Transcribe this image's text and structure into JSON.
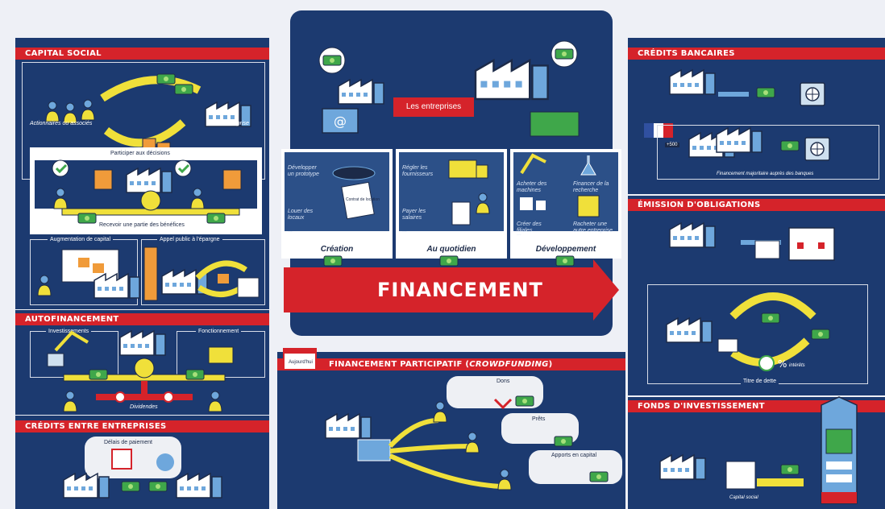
{
  "center": {
    "companies_label": "Les entreprises",
    "cards": [
      {
        "title": "Création",
        "lines": [
          "Développer un prototype",
          "Louer des locaux"
        ],
        "more": "...",
        "doc_label": "Contrat de location"
      },
      {
        "title": "Au quotidien",
        "lines": [
          "Régler les fournisseurs",
          "Payer les salaires"
        ],
        "more": "..."
      },
      {
        "title": "Développement",
        "lines": [
          "Acheter des machines",
          "Financer de la recherche",
          "Créer des filiales",
          "Racheter une autre entreprise"
        ],
        "more": "..."
      }
    ],
    "financing_label": "FINANCEMENT"
  },
  "capital_social": {
    "title": "CAPITAL SOCIAL",
    "shareholders_label": "Actionnaires ou associés",
    "company_label": "Entreprise",
    "decisions_label": "Participer aux décisions",
    "profits_label": "Recevoir une partie des bénéfices",
    "capital_increase_label": "Augmentation de capital",
    "public_offer_label": "Appel public à l'épargne"
  },
  "autofinancement": {
    "title": "AUTOFINANCEMENT",
    "investments_label": "Investissements",
    "operations_label": "Fonctionnement",
    "dividends_label": "Dividendes"
  },
  "credits_entre_entreprises": {
    "title": "CRÉDITS ENTRE ENTREPRISES",
    "payment_terms_label": "Délais de paiement"
  },
  "credits_bancaires": {
    "title": "CRÉDITS BANCAIRES",
    "bank_financing_label": "Financement majoritaire auprès des banques",
    "badge_label": "+500"
  },
  "emission_obligations": {
    "title": "ÉMISSION D'OBLIGATIONS",
    "interest_label": "intérêts",
    "debt_title_label": "Titre de dette"
  },
  "fonds_investissement": {
    "title": "FONDS D'INVESTISSEMENT",
    "capital_label": "Capital social"
  },
  "crowdfunding": {
    "title": "FINANCEMENT PARTICIPATIF (",
    "title_em": "CROWDFUNDING",
    "title_end": ")",
    "calendar_label": "Aujourd'hui",
    "options": [
      "Dons",
      "Prêts",
      "Apports en capital"
    ]
  },
  "colors": {
    "navy": "#1c3a70",
    "red": "#d5232a",
    "yellow": "#f0e03a",
    "green": "#3fa74a"
  }
}
